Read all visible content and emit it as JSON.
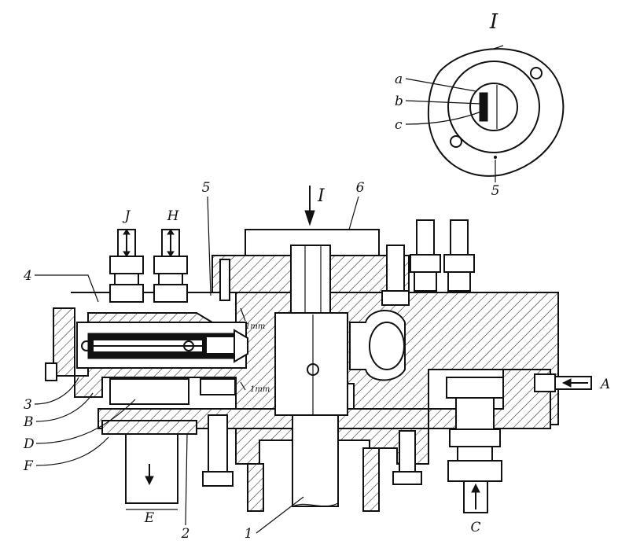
{
  "view_title": "I",
  "section_marker": "I",
  "labels": {
    "detail_a": "a",
    "detail_b": "b",
    "detail_c": "c",
    "detail_5": "5",
    "part_4": "4",
    "part_3": "3",
    "part_B": "B",
    "part_D": "D",
    "part_F": "F",
    "part_E": "E",
    "part_2": "2",
    "part_1": "1",
    "part_C": "C",
    "part_A": "A",
    "part_J": "J",
    "part_H": "H",
    "part_5": "5",
    "part_6": "6",
    "gap_top": "1mm",
    "gap_bottom": "1mm"
  }
}
